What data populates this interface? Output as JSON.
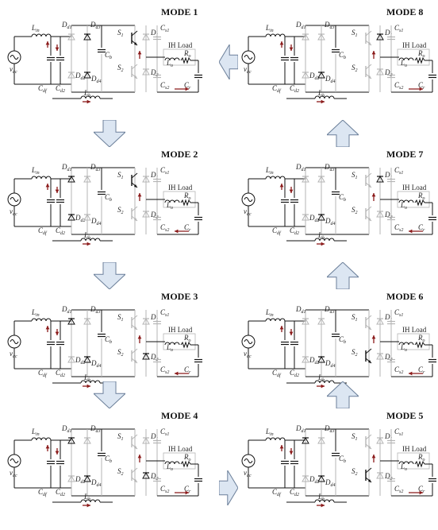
{
  "modes": [
    {
      "title": "MODE 1"
    },
    {
      "title": "MODE 2"
    },
    {
      "title": "MODE 3"
    },
    {
      "title": "MODE 4"
    },
    {
      "title": "MODE 5"
    },
    {
      "title": "MODE 6"
    },
    {
      "title": "MODE 7"
    },
    {
      "title": "MODE 8"
    }
  ],
  "labels": {
    "source": "v",
    "source_sub": "ac",
    "Lin": "L",
    "Lin_sub": "in",
    "Cdf": "C",
    "Cdf_sub": "df",
    "Cd2": "C",
    "Cd2_sub": "d2",
    "Lb": "L",
    "Lb_sub": "b",
    "Dd1": "D",
    "Dd1_sub": "d1",
    "Dd3": "D",
    "Dd3_sub": "d3",
    "Dd2": "D",
    "Dd2_sub": "d2",
    "Dd4": "D",
    "Dd4_sub": "d4",
    "Cb": "C",
    "Cb_sub": "b",
    "S1": "S",
    "S1_sub": "1",
    "S2": "S",
    "S2_sub": "2",
    "D1": "D",
    "D1_sub": "1",
    "D2": "D",
    "D2_sub": "2",
    "Cs1": "C",
    "Cs1_sub": "s1",
    "Cs2": "C",
    "Cs2_sub": "s2",
    "ih_load": "IH Load",
    "Lo": "L",
    "Lo_sub": "o",
    "Ro": "R",
    "Ro_sub": "o",
    "Cr": "C",
    "Cr_sub": "r"
  },
  "colors": {
    "wire_active": "#111111",
    "wire_inactive": "#b5b5b5",
    "current_arrow": "#8b1a1a",
    "flow_arrow_fill": "#dce6f2",
    "flow_arrow_stroke": "#6b7f99"
  },
  "flow_arrows": [
    {
      "direction": "down"
    },
    {
      "direction": "down"
    },
    {
      "direction": "down"
    },
    {
      "direction": "right"
    },
    {
      "direction": "up"
    },
    {
      "direction": "up"
    },
    {
      "direction": "up"
    },
    {
      "direction": "left"
    }
  ]
}
